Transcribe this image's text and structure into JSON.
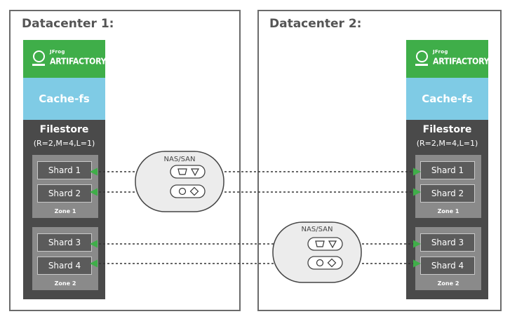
{
  "datacenters": [
    {
      "title": "Datacenter 1:",
      "brand": {
        "vendor": "JFrog",
        "product": "ARTIFACTORY"
      },
      "cache_label": "Cache-fs",
      "filestore": {
        "title": "Filestore",
        "params": "(R=2,M=4,L=1)",
        "zones": [
          {
            "label": "Zone 1",
            "shards": [
              "Shard 1",
              "Shard 2"
            ]
          },
          {
            "label": "Zone 2",
            "shards": [
              "Shard 3",
              "Shard 4"
            ]
          }
        ]
      }
    },
    {
      "title": "Datacenter 2:",
      "brand": {
        "vendor": "JFrog",
        "product": "ARTIFACTORY"
      },
      "cache_label": "Cache-fs",
      "filestore": {
        "title": "Filestore",
        "params": "(R=2,M=4,L=1)",
        "zones": [
          {
            "label": "Zone 1",
            "shards": [
              "Shard 1",
              "Shard 2"
            ]
          },
          {
            "label": "Zone 2",
            "shards": [
              "Shard 3",
              "Shard 4"
            ]
          }
        ]
      }
    }
  ],
  "storage": [
    {
      "label": "NAS/SAN"
    },
    {
      "label": "NAS/SAN"
    }
  ],
  "colors": {
    "brand_green": "#3fae49",
    "cache_blue": "#7fcbe5",
    "filestore_dark": "#4a4a4a",
    "zone_gray": "#8a8a8a",
    "arrow_green": "#3fae49"
  }
}
